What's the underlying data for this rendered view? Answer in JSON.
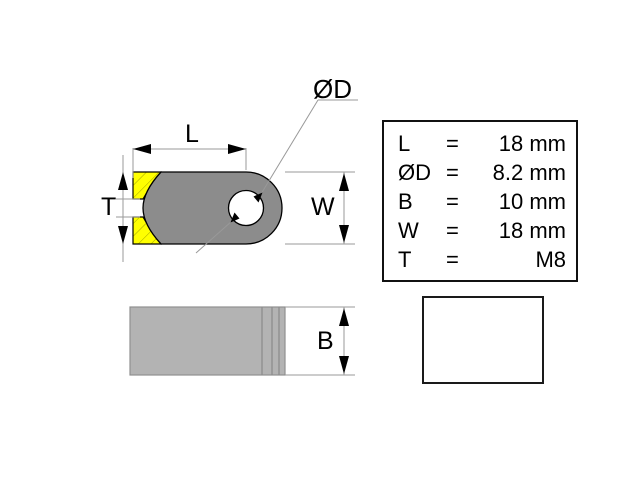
{
  "drawing": {
    "title_labels": {
      "diameter_callout": "ØD",
      "length": "L",
      "thread": "T",
      "width": "W",
      "thickness": "B"
    },
    "colors": {
      "body_gray": "#8c8c8c",
      "side_view_gray": "#b3b3b3",
      "thread_yellow": "#ffff00",
      "outline": "#000000",
      "dimension_line": "#808080",
      "table_border": "#111111",
      "photo_metal": "#a9a9a9"
    }
  },
  "spec_table": {
    "rows": [
      {
        "symbol": "L",
        "equals": "=",
        "value": "18 mm"
      },
      {
        "symbol": "ØD",
        "equals": "=",
        "value": "8.2 mm"
      },
      {
        "symbol": "B",
        "equals": "=",
        "value": "10 mm"
      },
      {
        "symbol": "W",
        "equals": "=",
        "value": "18 mm"
      },
      {
        "symbol": "T",
        "equals": "=",
        "value": "M8"
      }
    ]
  },
  "photo": {
    "alt_label": "rod-end-clevis-photo"
  }
}
